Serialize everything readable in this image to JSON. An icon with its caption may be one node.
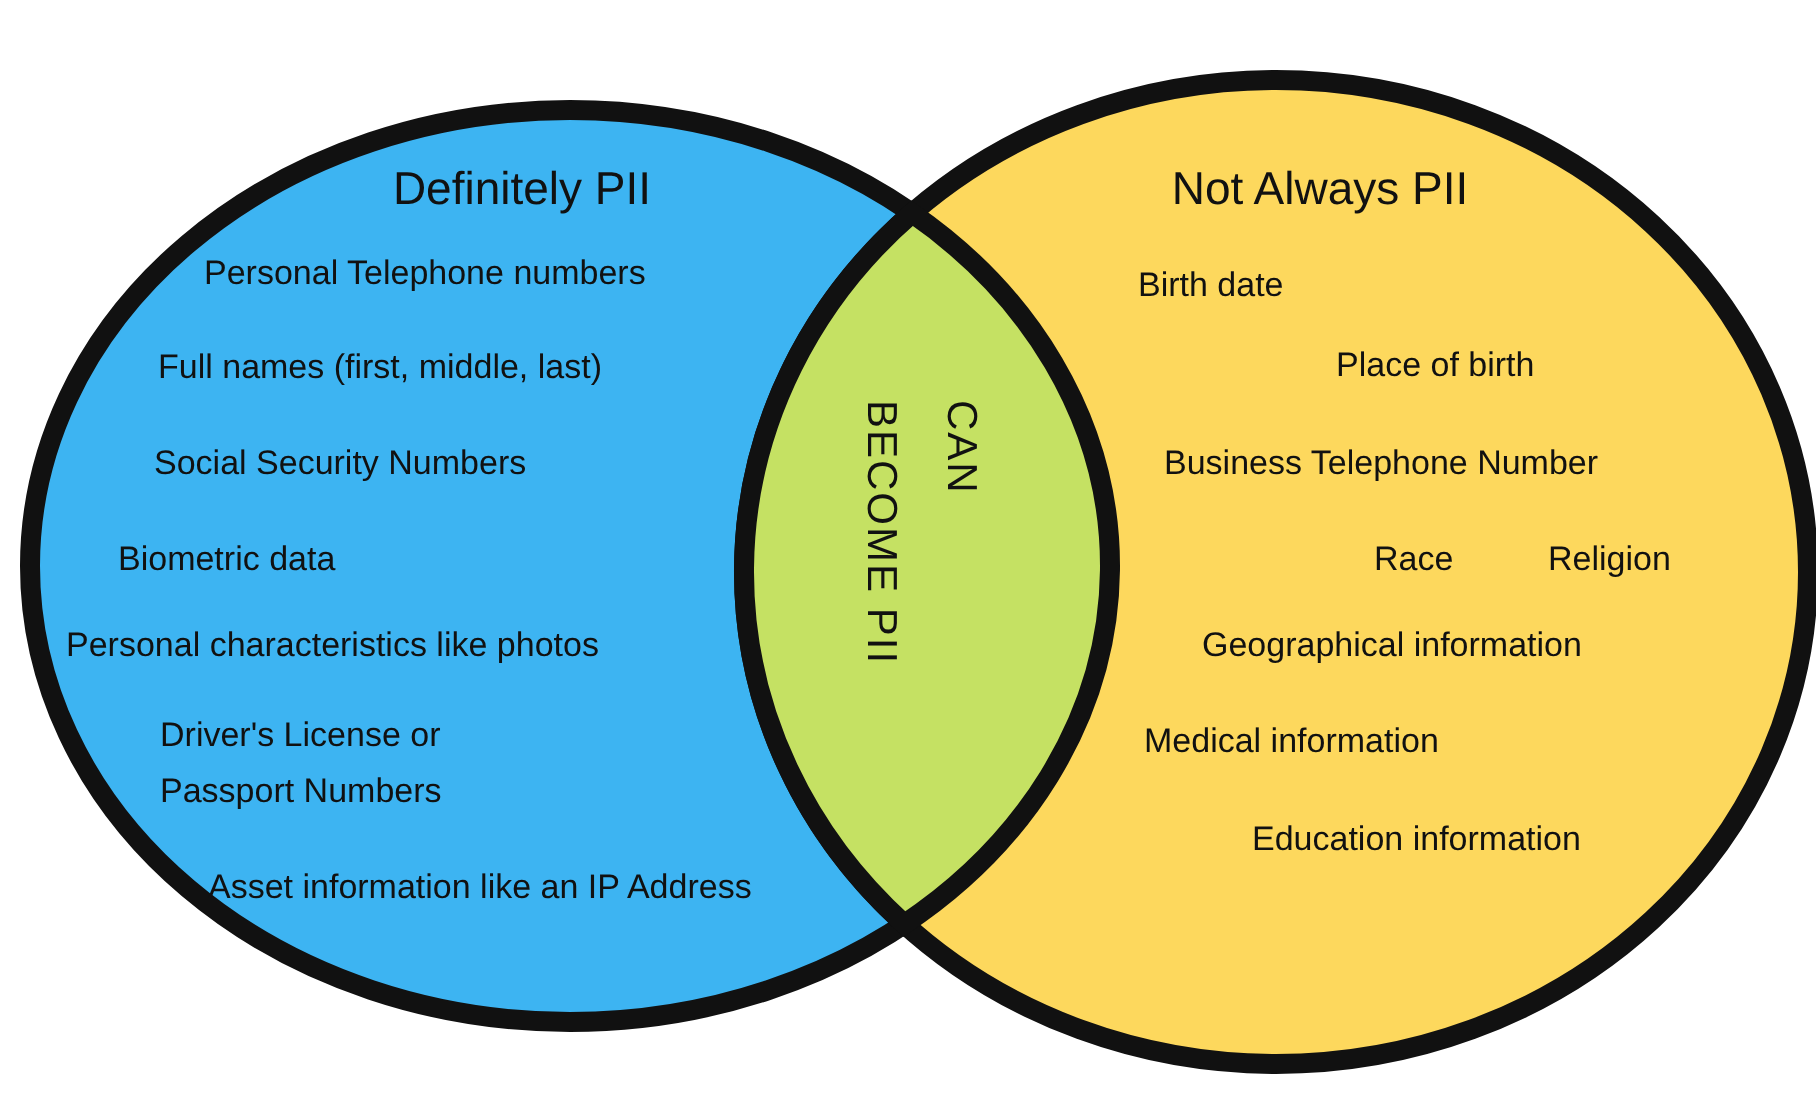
{
  "diagram": {
    "nodes": [
      {
        "text": [
          "Definitely PII",
          "Personal Telephone numbers",
          "Full names (first, middle, last)",
          "Social Security Numbers",
          "Biometric data",
          "Personal characteristics like photos",
          "Driver's License or Passport Numbers",
          "Asset information like an IP Address"
        ]
      },
      {
        "text": [
          "Not Always PII",
          "Birth date",
          "Place of birth",
          "Business Telephone Number",
          "Race",
          "Religion",
          "Geographical information",
          "Medical information",
          "Education information"
        ]
      },
      {
        "text": [
          "CAN BECOME PII"
        ]
      }
    ],
    "edges": []
  }
}
